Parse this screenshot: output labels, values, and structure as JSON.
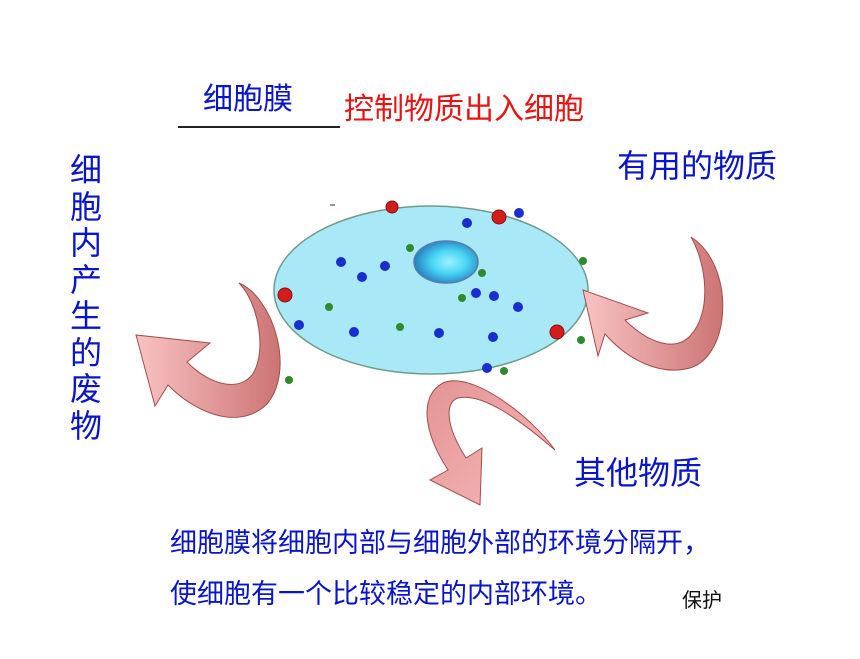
{
  "answer": "细胞膜",
  "function_text": "控制物质出入细胞",
  "useful_label": "有用的物质",
  "waste_label": "细胞内产生的废物",
  "other_label": "其他物质",
  "description_line1": "细胞膜将细胞内部与细胞外部的环境分隔开，",
  "description_line2": "使细胞有一个比较稳定的内部环境。",
  "note": "保护",
  "colors": {
    "blue_text": "#0a14c8",
    "red_text": "#e81414",
    "cell_fill": "#a9e8f6",
    "nucleus": "#37c8ee",
    "arrow": "#d47f7f",
    "arrow_light": "#f7b7b7"
  }
}
